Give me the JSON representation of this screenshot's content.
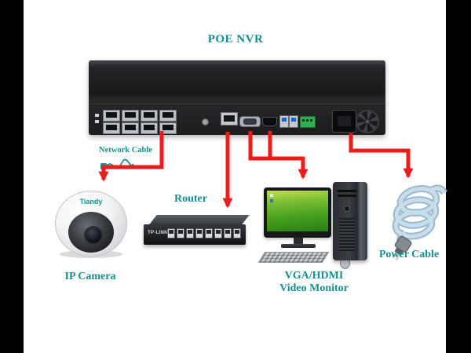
{
  "title": "POE NVR",
  "colors": {
    "label_teal": "#159090",
    "arrow_red": "#ed1c1c",
    "background": "#ffffff",
    "letterbox": "#000000"
  },
  "labels": {
    "network_cable": "Network Cable",
    "router": "Router",
    "ip_camera": "IP Camera",
    "monitor_line1": "VGA/HDMI",
    "monitor_line2": "Video Monitor",
    "power_cable": "Power Cable"
  },
  "devices": {
    "camera_brand": "Tiandy",
    "router_brand": "TP-LINK"
  }
}
